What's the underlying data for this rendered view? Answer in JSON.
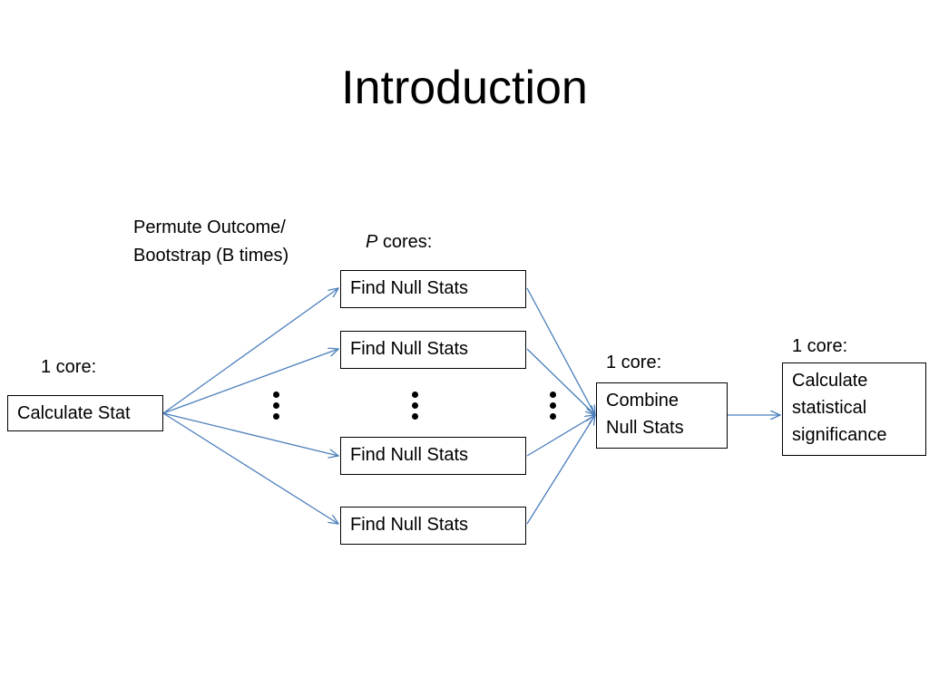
{
  "slide": {
    "title": "Introduction"
  },
  "diagram": {
    "permute_label_line1": "Permute Outcome/",
    "permute_label_line2": "Bootstrap (B times)",
    "p_cores_var": "P",
    "p_cores_rest": " cores:",
    "calc_stat": {
      "core_label": "1 core:",
      "text": "Calculate Stat"
    },
    "null_boxes": [
      "Find Null Stats",
      "Find Null Stats",
      "Find Null Stats",
      "Find Null Stats"
    ],
    "combine": {
      "core_label": "1 core:",
      "line1": "Combine",
      "line2": "Null Stats"
    },
    "significance": {
      "core_label": "1 core:",
      "line1": "Calculate",
      "line2": "statistical",
      "line3": "significance"
    },
    "arrow_color": "#4a7ebb"
  }
}
